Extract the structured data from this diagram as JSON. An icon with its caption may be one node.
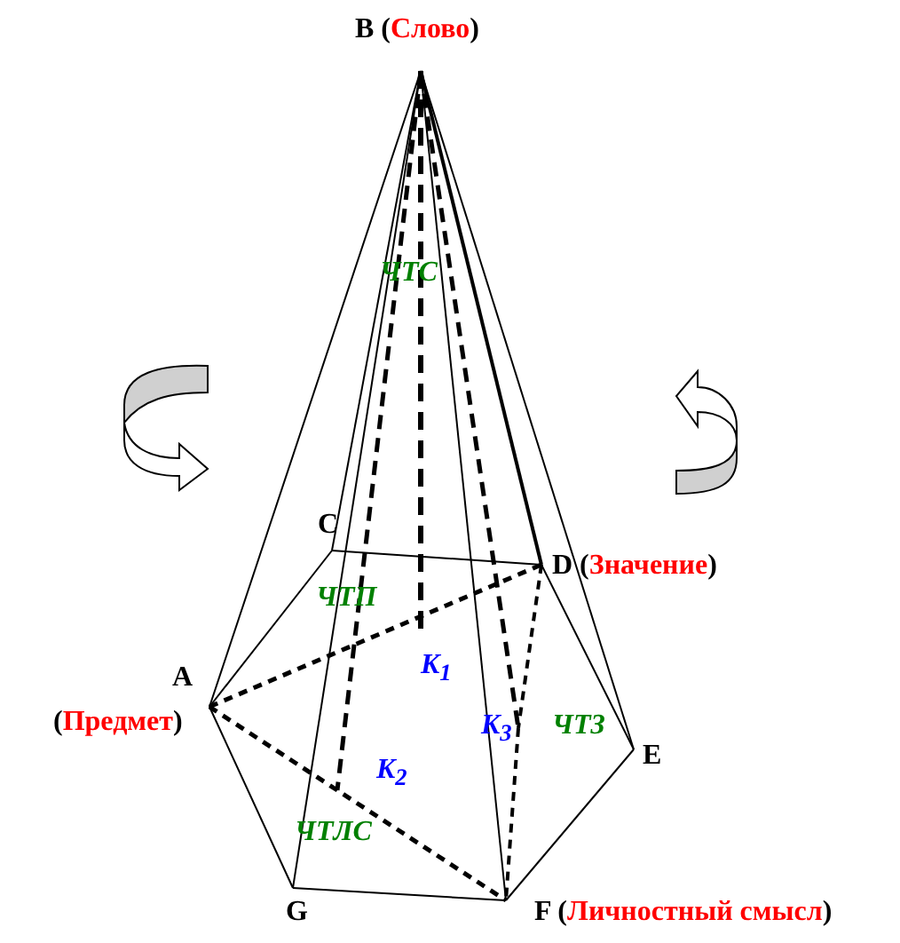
{
  "diagram": {
    "labels": [
      "B (Слово)",
      "ЧТС",
      "C",
      "D (Значение)",
      "ЧТП",
      "A",
      "(Предмет)",
      "K$_{1}$",
      "K$_{3}$",
      "ЧТЗ",
      "E",
      "K$_{2}$",
      "ЧТЛС",
      "G",
      "F (Личностный смысл)"
    ]
  }
}
